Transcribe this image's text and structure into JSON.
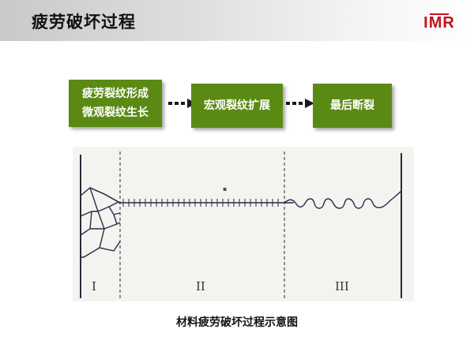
{
  "header": {
    "title": "疲劳破坏过程",
    "logo_text": "IMR",
    "logo_color": "#c0141b"
  },
  "flow": {
    "box1_line1": "疲劳裂纹形成",
    "box1_line2": "微观裂纹生长",
    "box2": "宏观裂纹扩展",
    "box3": "最后断裂",
    "box_color": "#5b8a14",
    "arrow_color": "#1a1a1a"
  },
  "diagram": {
    "stage_labels": [
      "I",
      "II",
      "III"
    ]
  },
  "caption": "材料疲劳破坏过程示意图"
}
